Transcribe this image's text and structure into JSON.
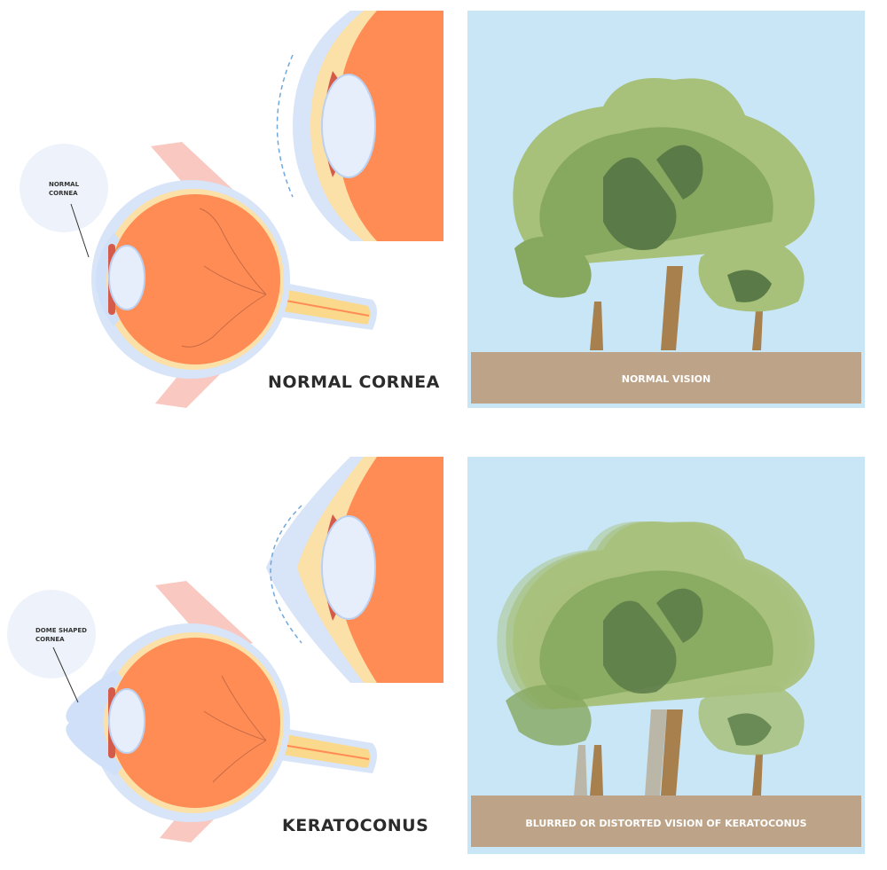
{
  "normal": {
    "callout": [
      "NORMAL",
      "CORNEA"
    ],
    "title": "NORMAL CORNEA",
    "vision_label": "NORMAL VISION"
  },
  "keratoconus": {
    "callout": [
      "DOME SHAPED",
      "CORNEA"
    ],
    "title": "KERATOCONUS",
    "vision_label": "BLURRED OR DISTORTED VISION OF KERATOCONUS"
  },
  "colors": {
    "sky": "#c9e6f6",
    "ground": "#bda387",
    "sclera": "#ff8c55",
    "lens": "#e6eefb",
    "optic_nerve": "#fbd98c",
    "leaf_light": "#a7c07a",
    "leaf_mid": "#86a85f",
    "leaf_dark": "#5a7a48",
    "trunk": "#a8804e"
  }
}
